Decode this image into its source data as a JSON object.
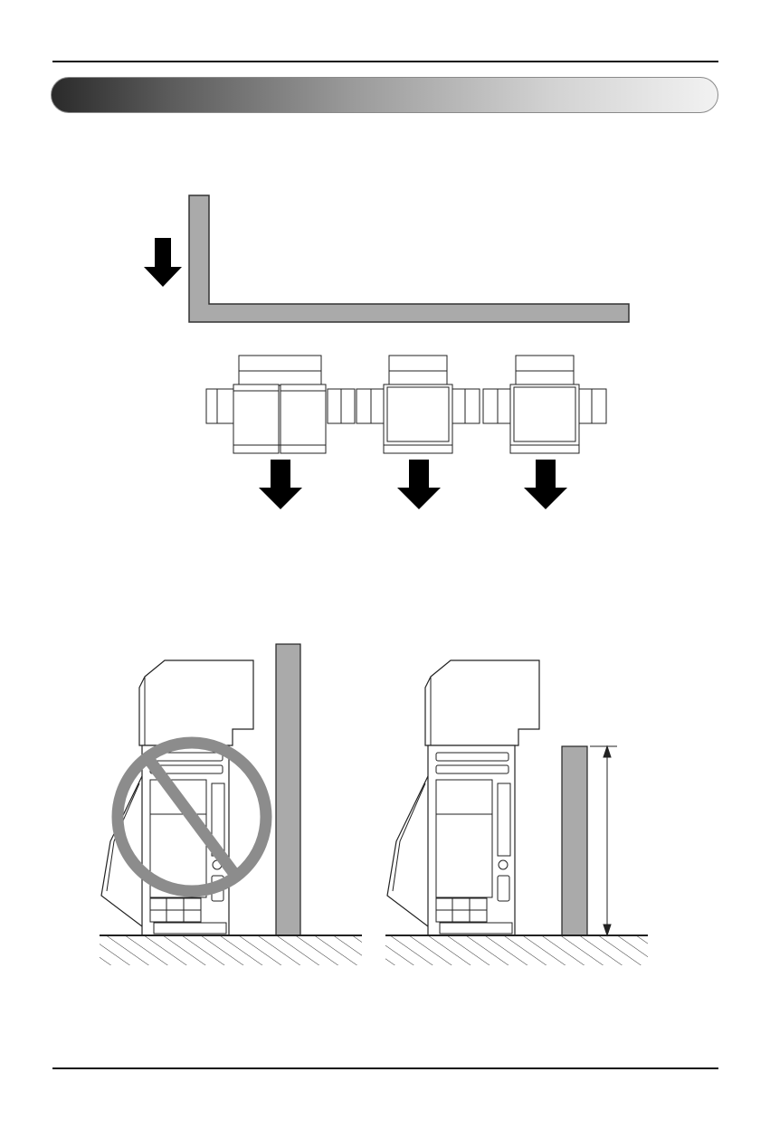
{
  "page": {
    "section_banner": {
      "text": ""
    },
    "background": "#ffffff",
    "wall_fill": "#aaaaaa",
    "prohibit_color": "#8c8c8c",
    "arrow_color": "#000000"
  },
  "figures": [
    {
      "name": "wind-direction-layout",
      "units": 3,
      "airflow_arrows": 4
    },
    {
      "name": "wall-height-comparison",
      "panels": [
        "prohibited-tall-wall",
        "allowed-low-wall"
      ]
    }
  ]
}
